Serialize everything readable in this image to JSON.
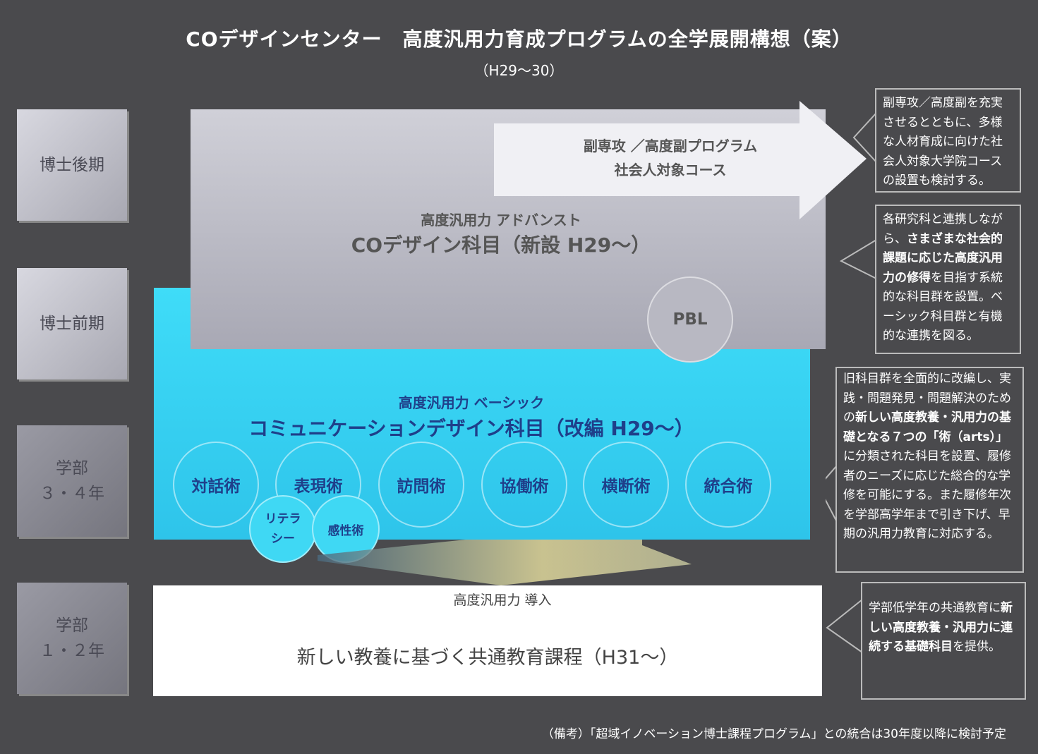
{
  "title": "COデザインセンター　高度汎用力育成プログラムの全学展開構想（案）",
  "subtitle": "（H29〜30）",
  "levels": [
    {
      "line1": "博士後期",
      "line2": ""
    },
    {
      "line1": "博士前期",
      "line2": ""
    },
    {
      "line1": "学部",
      "line2": "３・４年"
    },
    {
      "line1": "学部",
      "line2": "１・２年"
    }
  ],
  "advanced": {
    "sub": "高度汎用力 アドバンスト",
    "main": "COデザイン科目（新設 H29〜）",
    "pbl": "PBL"
  },
  "arrow": {
    "line1": "副専攻 ／高度副プログラム",
    "line2": "社会人対象コース"
  },
  "basic": {
    "sub": "高度汎用力 ベーシック",
    "main": "コミュニケーションデザイン科目（改編 H29〜）",
    "arts": [
      "対話術",
      "表現術",
      "訪問術",
      "協働術",
      "横断術",
      "統合術"
    ],
    "small": [
      "リテラシー",
      "感性術"
    ]
  },
  "intro": {
    "sub": "高度汎用力 導入",
    "main": "新しい教養に基づく共通教育課程（H31〜）"
  },
  "callouts": [
    [
      {
        "t": "副専攻／高度副を充実させるとともに、多様な人材育成に向けた社会人対象大学院コースの設置も検討する。",
        "b": false
      }
    ],
    [
      {
        "t": "各研究科と連携しながら、",
        "b": false
      },
      {
        "t": "さまざまな社会的課題に応じた高度汎用力の修得",
        "b": true
      },
      {
        "t": "を目指す系統的な科目群を設置。ベーシック科目群と有機的な連携を図る。",
        "b": false
      }
    ],
    [
      {
        "t": "旧科目群を全面的に改編し、実践・問題発見・問題解決のための",
        "b": false
      },
      {
        "t": "新しい高度教養・汎用力の基礎となる７つの「術（arts）」",
        "b": true
      },
      {
        "t": "に分類された科目を設置、履修者のニーズに応じた総合的な学修を可能にする。また履修年次を学部高学年まで引き下げ、早期の汎用力教育に対応する。",
        "b": false
      }
    ],
    [
      {
        "t": "学部低学年の共通教育に",
        "b": false
      },
      {
        "t": "新しい高度教養・汎用力に連続する基礎科目",
        "b": true
      },
      {
        "t": "を提供。",
        "b": false
      }
    ]
  ],
  "note": "（備考）「超域イノベーション博士課程プログラム」との統合は30年度以降に検討予定"
}
